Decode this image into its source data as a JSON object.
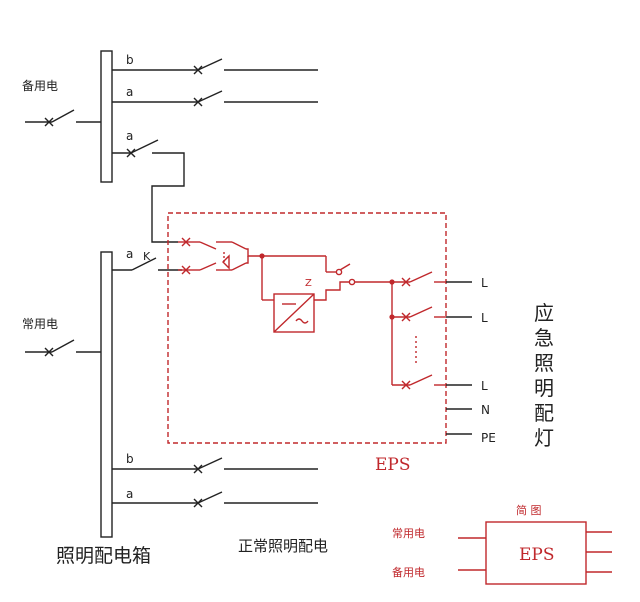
{
  "labels": {
    "backup_power": "备用电",
    "normal_power": "常用电",
    "panel_name": "照明配电箱",
    "normal_lighting": "正常照明配电",
    "emergency_lighting": [
      "应",
      "急",
      "照",
      "明",
      "配",
      "灯"
    ],
    "eps": "EPS",
    "legend_title": "简 图",
    "legend_normal": "常用电",
    "legend_backup": "备用电",
    "legend_eps": "EPS",
    "b": "b",
    "a": "a",
    "K": "K",
    "Z": "Z",
    "L": "L",
    "N": "N",
    "PE": "PE"
  }
}
